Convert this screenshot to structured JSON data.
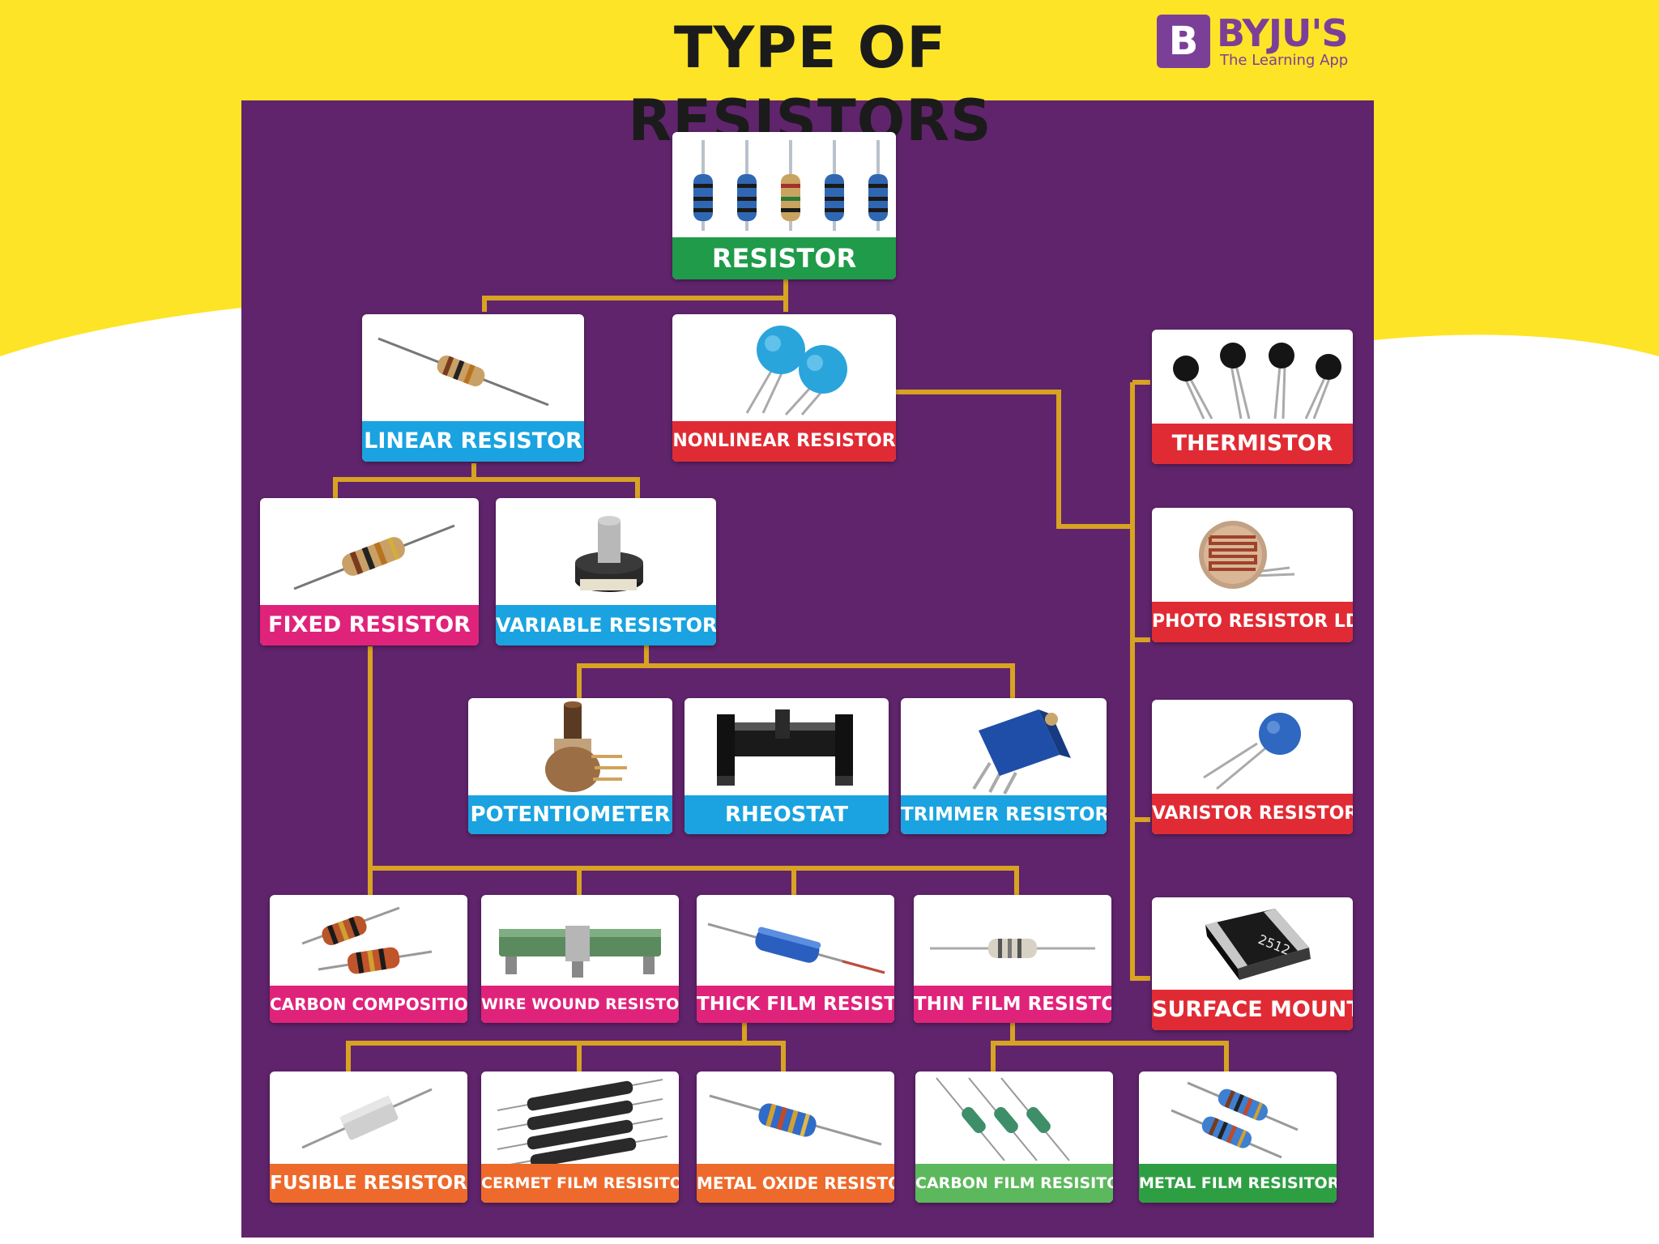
{
  "title": "TYPE OF RESISTORS",
  "logo": {
    "mark": "B",
    "name": "BYJU'S",
    "tagline": "The Learning App"
  },
  "colors": {
    "purple_bg": "#60246c",
    "yellow": "#fde427",
    "connector": "#d8a322",
    "green": "#1f9b49",
    "blue": "#1aa3e0",
    "red": "#e02b34",
    "magenta": "#e0237a",
    "orange": "#ee6a2c",
    "lime": "#5cb85c",
    "dark_green": "#2e9e43"
  },
  "nodes": {
    "resistor": {
      "label": "RESISTOR",
      "icon": "resistor-array-icon"
    },
    "linear": {
      "label": "LINEAR RESISTOR",
      "icon": "axial-resistor-icon"
    },
    "nonlinear": {
      "label": "NONLINEAR RESISTOR",
      "icon": "disc-capacitor-icon"
    },
    "fixed": {
      "label": "FIXED RESISTOR",
      "icon": "axial-resistor-icon"
    },
    "variable": {
      "label": "VARIABLE RESISTOR",
      "icon": "rotary-knob-icon"
    },
    "potentiometer": {
      "label": "POTENTIOMETER",
      "icon": "potentiometer-icon"
    },
    "rheostat": {
      "label": "RHEOSTAT",
      "icon": "rheostat-icon"
    },
    "trimmer": {
      "label": "TRIMMER RESISTOR",
      "icon": "trimmer-icon"
    },
    "thermistor": {
      "label": "THERMISTOR",
      "icon": "thermistor-icon"
    },
    "photo": {
      "label": "PHOTO RESISTOR LDR",
      "icon": "ldr-icon"
    },
    "varistor": {
      "label": "VARISTOR RESISTOR",
      "icon": "varistor-icon"
    },
    "surface": {
      "label": "SURFACE MOUNT",
      "icon": "smd-chip-icon",
      "chip_text": "2512"
    },
    "carbon_comp": {
      "label": "CARBON COMPOSITION",
      "icon": "carbon-composition-icon"
    },
    "wire_wound": {
      "label": "WIRE WOUND RESISTOR",
      "icon": "wire-wound-icon"
    },
    "thick_film": {
      "label": "THICK FILM RESISTOR",
      "icon": "thick-film-icon"
    },
    "thin_film": {
      "label": "THIN FILM RESISTOR",
      "icon": "thin-film-icon"
    },
    "fusible": {
      "label": "FUSIBLE RESISTOR",
      "icon": "fusible-resistor-icon"
    },
    "cermet": {
      "label": "CERMET FILM RESISITOR",
      "icon": "cermet-film-icon"
    },
    "metal_oxide": {
      "label": "METAL OXIDE RESISTOR",
      "icon": "metal-oxide-icon"
    },
    "carbon_film": {
      "label": "CARBON FILM RESISITOR",
      "icon": "carbon-film-icon"
    },
    "metal_film": {
      "label": "METAL FILM RESISITOR",
      "icon": "metal-film-icon"
    }
  }
}
